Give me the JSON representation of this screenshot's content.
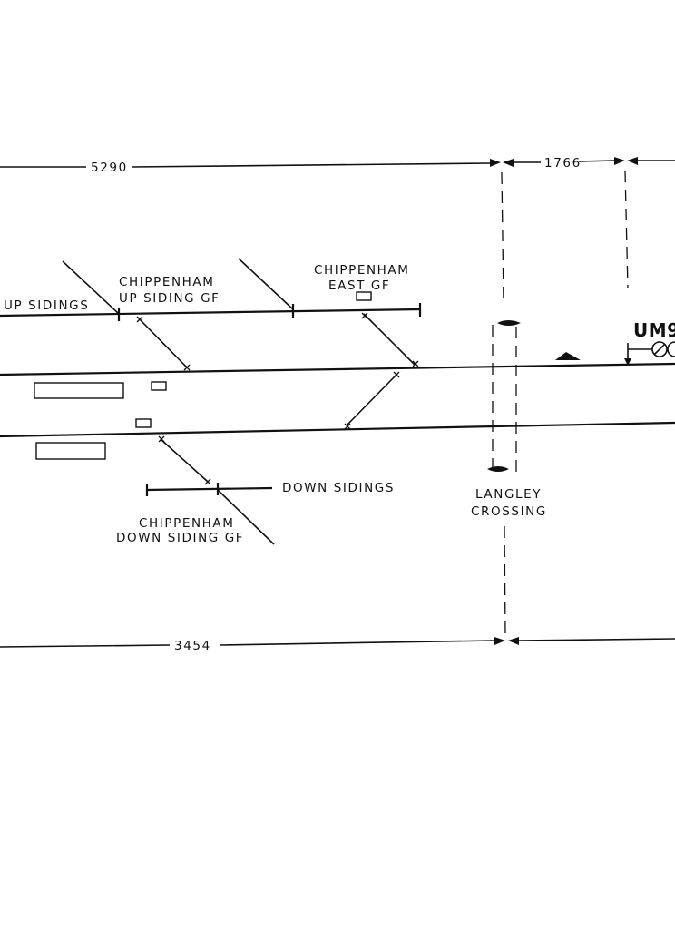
{
  "dimensions": {
    "top_left": "5290",
    "top_right": "1766",
    "bottom_left": "3454"
  },
  "labels": {
    "up_sidings": "UP SIDINGS",
    "chippenham_up_siding_gf_line1": "CHIPPENHAM",
    "chippenham_up_siding_gf_line2": "UP SIDING GF",
    "chippenham_east_gf_line1": "CHIPPENHAM",
    "chippenham_east_gf_line2": "EAST GF",
    "down_sidings": "DOWN SIDINGS",
    "chippenham_down_siding_gf_line1": "CHIPPENHAM",
    "chippenham_down_siding_gf_line2": "DOWN SIDING GF",
    "langley_crossing_line1": "LANGLEY",
    "langley_crossing_line2": "CROSSING",
    "signal_id": "UM9"
  }
}
